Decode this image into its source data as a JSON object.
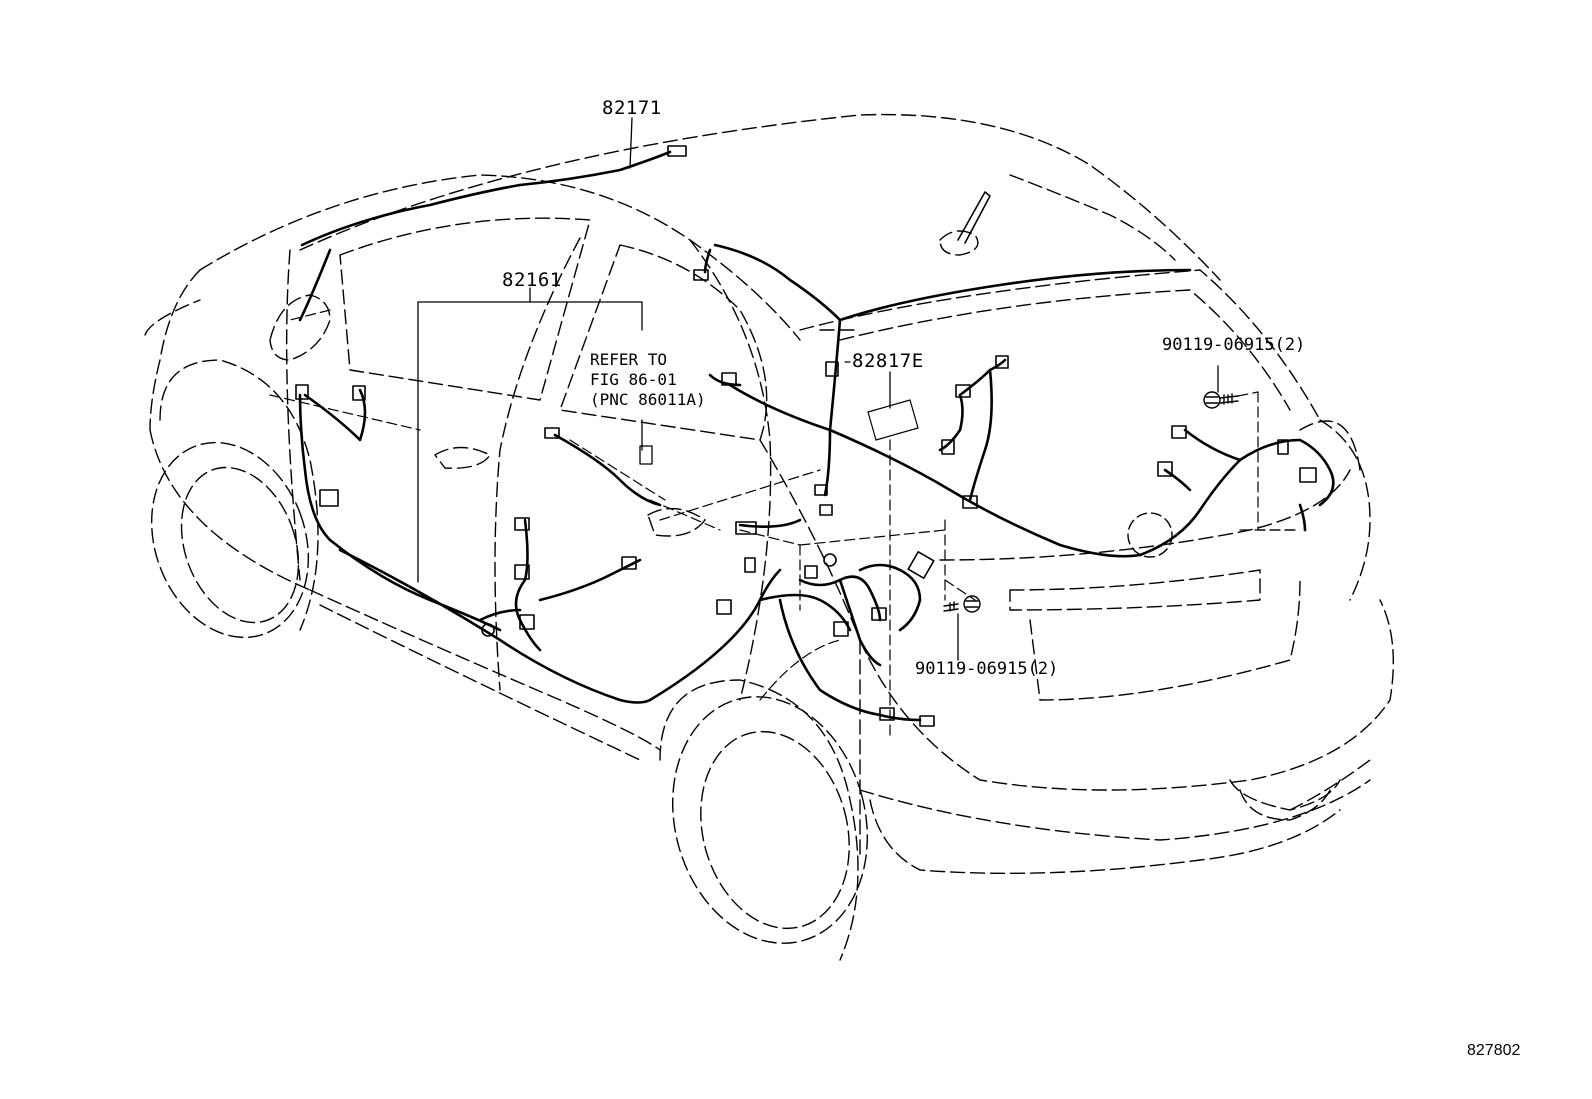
{
  "labels": {
    "part_82171": "82171",
    "part_82161": "82161",
    "part_82817e": "82817E",
    "bolt_upper": "90119-06915(2)",
    "bolt_lower": "90119-06915(2)",
    "refer_line1": "REFER TO",
    "refer_line2": "FIG 86-01",
    "refer_line3": "(PNC 86011A)",
    "figure_number": "827802"
  },
  "colors": {
    "line": "#000000",
    "background": "#ffffff"
  }
}
